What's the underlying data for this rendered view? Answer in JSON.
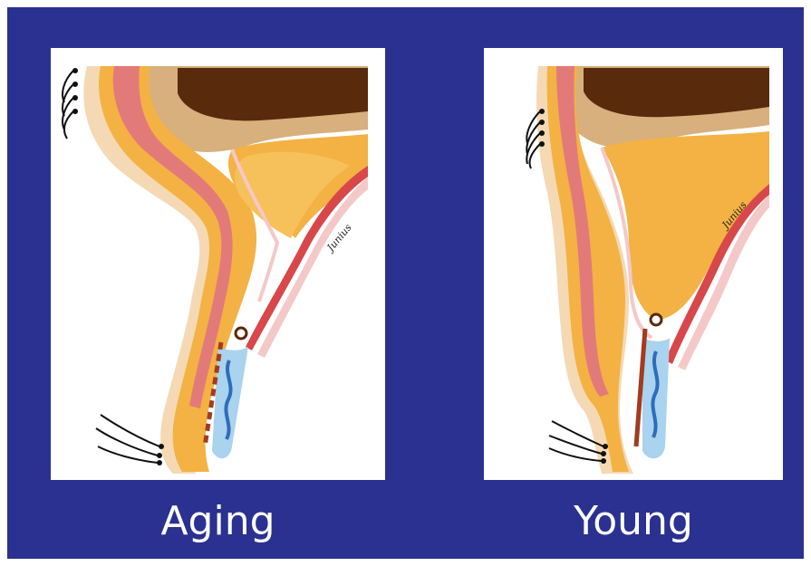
{
  "captions": {
    "left": "Aging",
    "right": "Young"
  },
  "signature": "Junius",
  "colors": {
    "background": "#2b3190",
    "fat": "#f3b243",
    "muscle": "#e27a7a",
    "skin": "#f4d9b4",
    "bone": "#5a2a0c",
    "septum": "#f5c8c8",
    "conjunctiva": "#a9d3ef"
  }
}
